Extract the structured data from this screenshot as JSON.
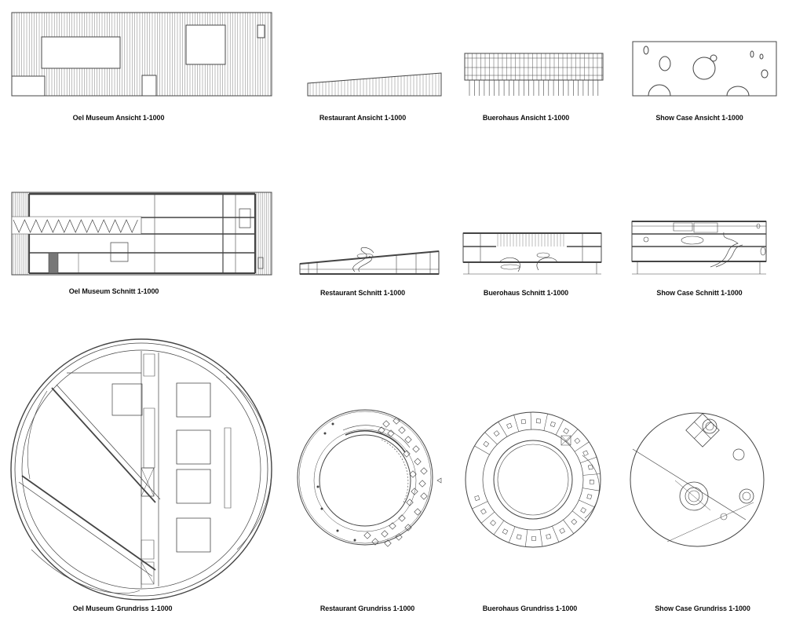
{
  "sheet": {
    "line_color": "#444444",
    "background": "#ffffff",
    "captions": {
      "oel_ansicht": "Oel Museum Ansicht 1-1000",
      "rest_ansicht": "Restaurant Ansicht 1-1000",
      "buero_ansicht": "Buerohaus Ansicht 1-1000",
      "show_ansicht": "Show Case  Ansicht 1-1000",
      "oel_schnitt": "Oel Museum Schnitt 1-1000",
      "rest_schnitt": "Restaurant Schnitt 1-1000",
      "buero_schnitt": "Buerohaus Schnitt 1-1000",
      "show_schnitt": "Show Case  Schnitt 1-1000",
      "oel_grundriss": "Oel Museum Grundriss 1-1000",
      "rest_grundriss": "Restaurant Grundriss 1-1000",
      "buero_grundriss": "Buerohaus Grundriss 1-1000",
      "show_grundriss": "Show Case Grundriss 1-1000"
    }
  }
}
